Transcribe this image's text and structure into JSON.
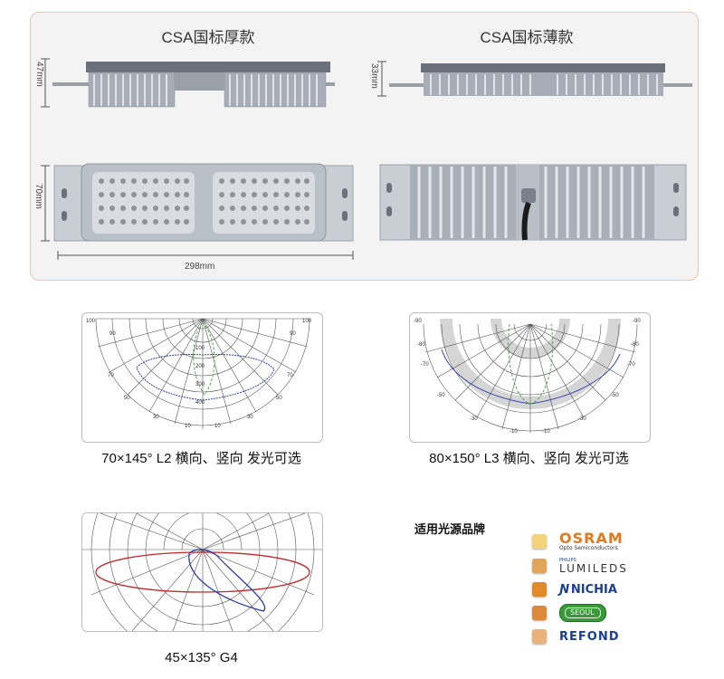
{
  "products": {
    "thick": {
      "title": "CSA国标厚款",
      "height_label": "47mm",
      "width_label": "70mm",
      "length_label": "298mm"
    },
    "thin": {
      "title": "CSA国标薄款",
      "height_label": "33mm"
    }
  },
  "diagrams": [
    {
      "caption": "70×145° L2 横向、竖向 发光可选"
    },
    {
      "caption": "80×150° L3 横向、竖向 发光可选"
    },
    {
      "caption": "45×135° G4"
    }
  ],
  "brands": {
    "title": "适用光源品牌",
    "items": [
      {
        "name": "OSRAM",
        "sub": "Opto Semiconductors",
        "color": "#e07a1c"
      },
      {
        "name": "LUMILEDS",
        "sub": "PHILIPS",
        "color": "#333333"
      },
      {
        "name": "NICHIA",
        "sub": "",
        "color": "#1b3f8f"
      },
      {
        "name": "SEOUL",
        "sub": "",
        "color": "#3a9a3a"
      },
      {
        "name": "REFOND",
        "sub": "",
        "color": "#1b3f8f"
      }
    ]
  },
  "colors": {
    "accent_border": "#e8c7ab",
    "curve_blue": "#2b3fa8",
    "curve_green": "#4aa84a",
    "curve_red": "#c0282c"
  }
}
